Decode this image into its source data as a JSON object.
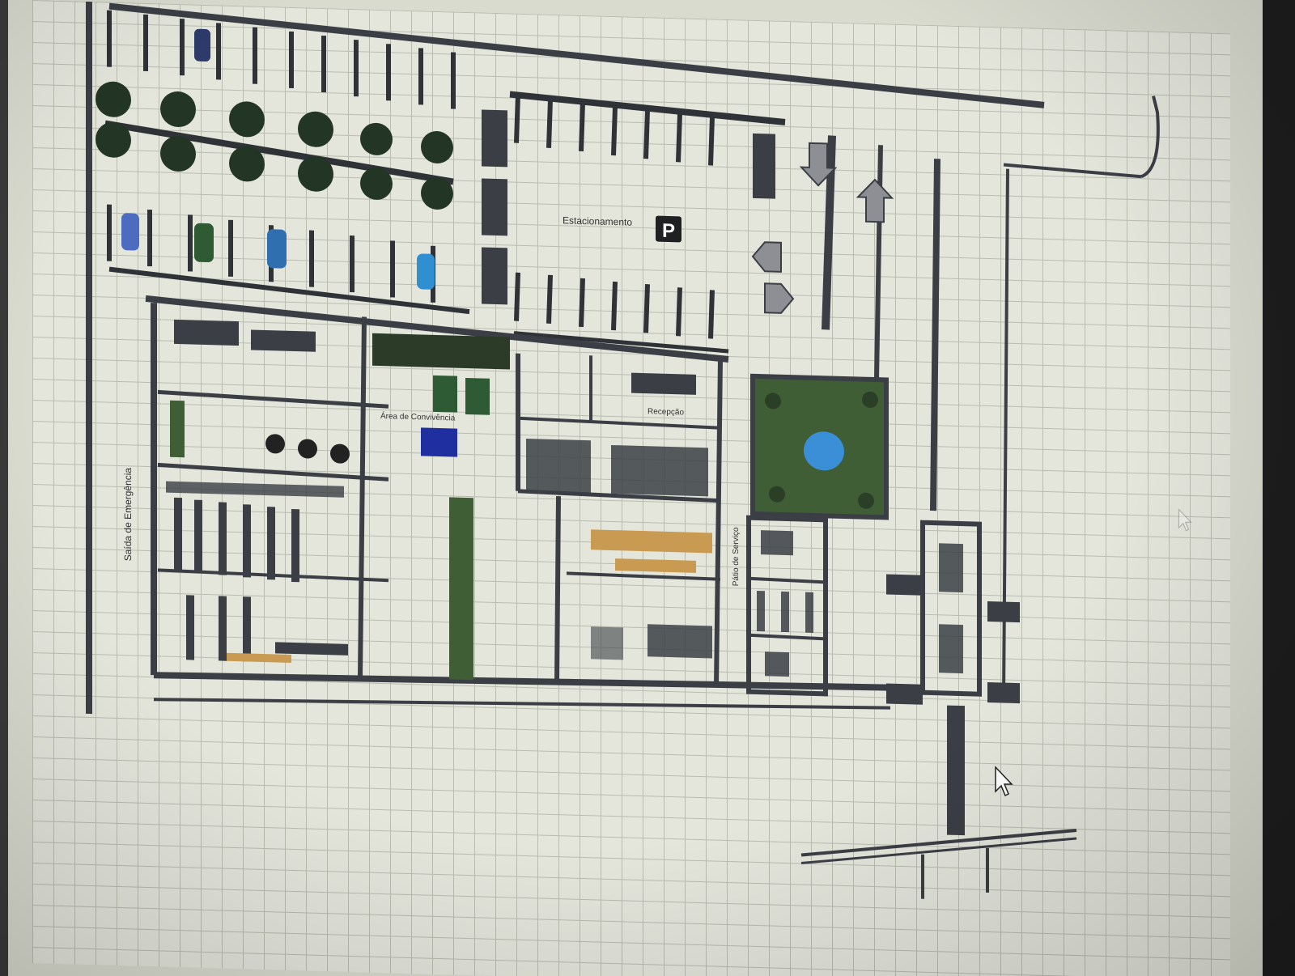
{
  "plan": {
    "labels": {
      "parking": "Estacionamento",
      "parking_sign": "P",
      "reception": "Recepção",
      "emergency_exit": "Saída de Emergência",
      "social_area": "Área de Convivência",
      "patio": "Pátio de Serviço"
    }
  },
  "colors": {
    "grid_background": "#e4e6dc",
    "wall": "#3b3f45",
    "tree": "#233524",
    "garden": "#3f5e36",
    "pond": "#3b8fd6",
    "furniture": "#c89a52"
  }
}
